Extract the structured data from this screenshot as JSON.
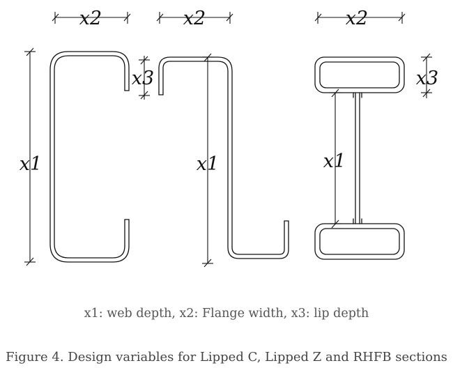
{
  "labels": {
    "c_width": "x2",
    "c_lip": "x3",
    "c_depth": "x1",
    "z_width": "x2",
    "z_depth": "x1",
    "i_width": "x2",
    "i_lip": "x3",
    "i_depth": "x1"
  },
  "legend": "x1: web depth, x2: Flange width, x3: lip depth",
  "caption": "Figure 4. Design variables for Lipped C, Lipped Z and RHFB sections"
}
